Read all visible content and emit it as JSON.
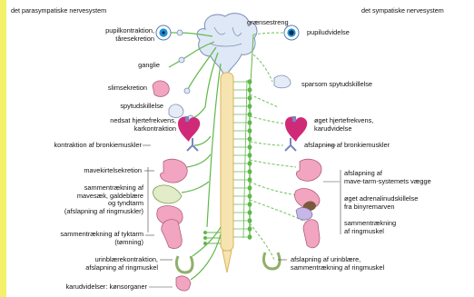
{
  "headers": {
    "left": "det parasympatiske nervesystem",
    "right": "det sympatiske nervesystem",
    "center": "grænsestreng"
  },
  "left_labels": {
    "pupil": [
      "pupilkontraktion,",
      "tåresekretion"
    ],
    "ganglie": "ganglie",
    "slim": "slimsekretion",
    "spyt": "spytudskillelse",
    "hjerte": [
      "nedsat hjertefrekvens,",
      "karkontraktion"
    ],
    "bronkie": "kontraktion af bronkiemuskler",
    "mave": "mavekirtelsekretion",
    "tarm": [
      "sammentrækning af",
      "mavesæk, galdeblære",
      "og tyndtarm",
      "(afslapning af ringmuskler)"
    ],
    "tyktarm": [
      "sammentrækning af tyktarm",
      "(tømning)"
    ],
    "blaere": [
      "urinblærekontraktion,",
      "afslapning af ringmuskel"
    ],
    "kons": "karudvidelser: kønsorganer"
  },
  "right_labels": {
    "pupil": "pupiludvidelse",
    "spyt": "sparsom spytudskillelse",
    "hjerte": [
      "øget hjertefrekvens,",
      "karudvidelse"
    ],
    "bronkie": "afslapning af bronkiemuskler",
    "mave": [
      "afslapning af",
      "mave-tarm-systemets vægge"
    ],
    "binyre": [
      "øget adrenalinudskillelse",
      "fra binyremarven"
    ],
    "ringmuskel": [
      "sammentrækning",
      "af ringmuskel"
    ],
    "blaere": [
      "afslapning af urinblære,",
      "sammentrækning af ringmuskel"
    ]
  },
  "colors": {
    "nerve": "#5fb84a",
    "nerve_dashed": "#7cc66a",
    "spine": "#f6e4b0",
    "spine_stroke": "#d9b560",
    "brain": "#dfe8f6",
    "brain_stroke": "#7a8db5",
    "eye": "#1e8fd5",
    "organ_pink": "#f2a5c0",
    "heart": "#cf2a78",
    "lung": "#7a86c2",
    "left_bar": "#f3f06a"
  }
}
